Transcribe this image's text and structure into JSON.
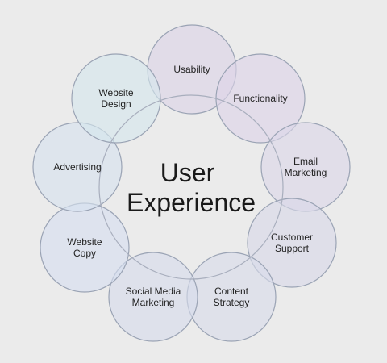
{
  "diagram": {
    "center": {
      "lines": [
        "User",
        "Experience"
      ]
    },
    "petals": [
      {
        "id": "usability",
        "lines": [
          "Usability"
        ],
        "color": "#dcd3e7"
      },
      {
        "id": "functionality",
        "lines": [
          "Functionality"
        ],
        "color": "#ddd4e8"
      },
      {
        "id": "email-marketing",
        "lines": [
          "Email",
          "Marketing"
        ],
        "color": "#dbd6e8"
      },
      {
        "id": "customer-support",
        "lines": [
          "Customer",
          "Support"
        ],
        "color": "#d9d9e9"
      },
      {
        "id": "content-strategy",
        "lines": [
          "Content",
          "Strategy"
        ],
        "color": "#d8dbea"
      },
      {
        "id": "social-media-marketing",
        "lines": [
          "Social Media",
          "Marketing"
        ],
        "color": "#d7dceb"
      },
      {
        "id": "website-copy",
        "lines": [
          "Website",
          "Copy"
        ],
        "color": "#d6dff0"
      },
      {
        "id": "advertising",
        "lines": [
          "Advertising"
        ],
        "color": "#d6e2ef"
      },
      {
        "id": "website-design",
        "lines": [
          "Website",
          "Design"
        ],
        "color": "#d5e6ed"
      }
    ],
    "center_color": "#e6e3ec",
    "stroke_color": "#9aa3b4"
  }
}
